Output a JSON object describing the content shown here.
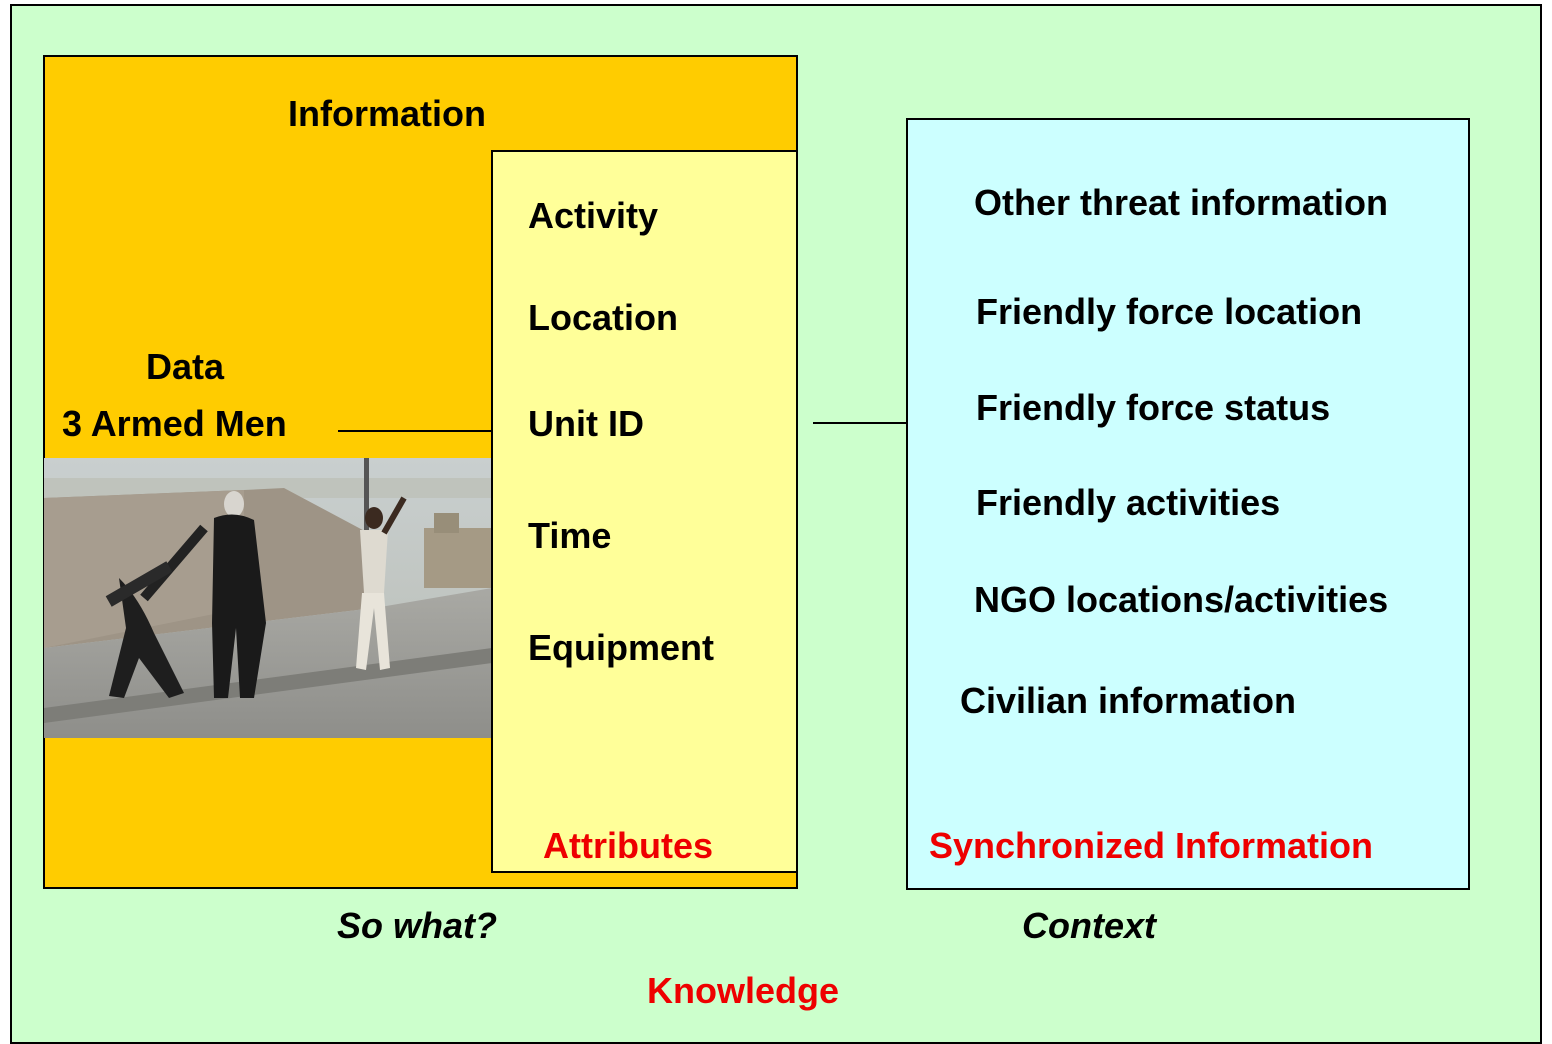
{
  "information": {
    "title": "Information",
    "data_label": "Data",
    "data_value": "3 Armed Men"
  },
  "attributes": {
    "items": [
      "Activity",
      "Location",
      "Unit ID",
      "Time",
      "Equipment"
    ],
    "footer": "Attributes"
  },
  "synchronized": {
    "items": [
      "Other threat information",
      "Friendly force location",
      "Friendly force status",
      "Friendly activities",
      "NGO locations/activities",
      "Civilian information"
    ],
    "footer": "Synchronized Information"
  },
  "captions": {
    "so_what": "So what?",
    "context": "Context",
    "knowledge": "Knowledge"
  },
  "colors": {
    "background": "#ccffcc",
    "information_box": "#ffcc00",
    "attributes_box": "#ffff99",
    "synchronized_box": "#ccffff",
    "emphasis_text": "#ee0000"
  }
}
